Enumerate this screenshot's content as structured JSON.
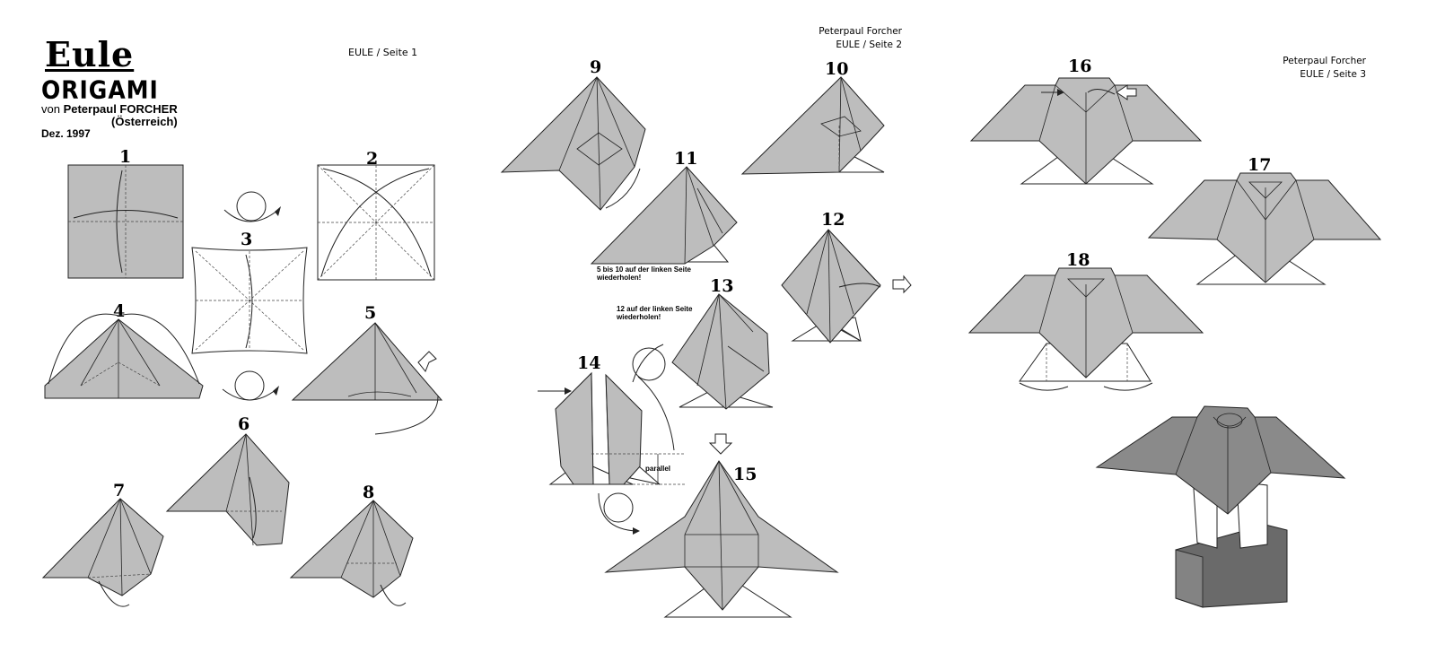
{
  "page1": {
    "title": "Eule",
    "logo_text": "ORIGAMI",
    "author_line_prefix": "von ",
    "author_name": "Peterpaul FORCHER",
    "country": "(Österreich)",
    "date": "Dez. 1997",
    "page_label": "EULE / Seite 1",
    "steps": [
      "1",
      "2",
      "3",
      "4",
      "5",
      "6",
      "7",
      "8"
    ]
  },
  "page2": {
    "author": "Peterpaul Forcher",
    "page_label": "EULE / Seite 2",
    "steps": [
      "9",
      "10",
      "11",
      "12",
      "13",
      "14",
      "15"
    ],
    "note_repeat_5_10": "5 bis 10 auf der linken Seite wiederholen!",
    "note_repeat_12": "12 auf der linken Seite wiederholen!",
    "label_parallel": "parallel"
  },
  "page3": {
    "author": "Peterpaul Forcher",
    "page_label": "EULE / Seite 3",
    "steps": [
      "16",
      "17",
      "18"
    ]
  },
  "colors": {
    "paper_gray": "#bdbdbd",
    "paper_white": "#ffffff",
    "line": "#222222",
    "finished_texture": "#8a8a8a",
    "stand": "#6a6a6a"
  },
  "icons": [
    "arrow-icon",
    "rotate-icon",
    "push-arrow-icon"
  ]
}
